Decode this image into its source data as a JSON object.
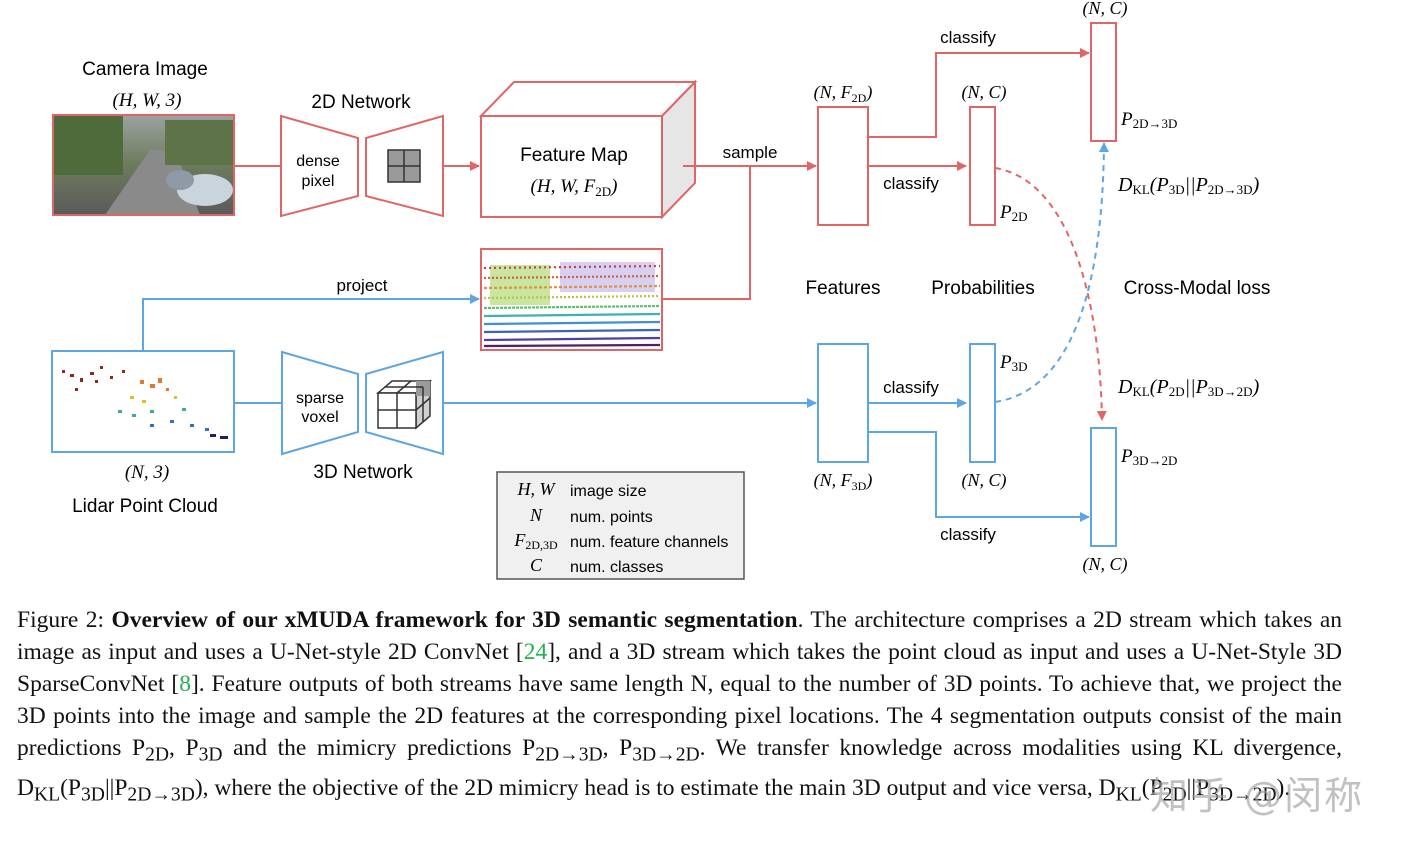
{
  "colors": {
    "red": "#e26565",
    "blue": "#5da6e3",
    "legend_bg": "#f0f0f0",
    "cite": "#22b14c"
  },
  "labels": {
    "camera_image": "Camera Image",
    "camera_shape": "(H, W, 3)",
    "network_2d": "2D Network",
    "dense_pixel_1": "dense",
    "dense_pixel_2": "pixel",
    "feature_map": "Feature Map",
    "feature_map_shape": "(H, W, F",
    "feature_map_shape_sub": "2D",
    "sample": "sample",
    "project": "project",
    "lidar": "Lidar Point Cloud",
    "lidar_shape": "(N, 3)",
    "network_3d": "3D Network",
    "sparse_voxel_1": "sparse",
    "sparse_voxel_2": "voxel",
    "nf2d": "(N, F",
    "nf2d_sub": "2D",
    "nf3d": "(N, F",
    "nf3d_sub": "3D",
    "nc_top": "(N, C)",
    "nc_mid": "(N, C)",
    "nc_low": "(N, C)",
    "nc_bottom": "(N, C)",
    "classify_1": "classify",
    "classify_2": "classify",
    "classify_3": "classify",
    "classify_4": "classify",
    "p2d": "P",
    "p2d_sub": "2D",
    "p3d": "P",
    "p3d_sub": "3D",
    "p2d_3d": "P",
    "p2d_3d_sub": "2D→3D",
    "p3d_2d": "P",
    "p3d_2d_sub": "3D→2D",
    "features": "Features",
    "probabilities": "Probabilities",
    "cross_modal": "Cross-Modal loss",
    "dkl_top": "D",
    "dkl_top_sub": "KL",
    "dkl_top_rest_a": "(P",
    "dkl_top_rest_a_sub": "3D",
    "dkl_top_rest_b": "||P",
    "dkl_top_rest_b_sub": "2D→3D",
    "dkl_top_rest_c": ")",
    "dkl_bot": "D",
    "dkl_bot_sub": "KL",
    "dkl_bot_rest_a": "(P",
    "dkl_bot_rest_a_sub": "2D",
    "dkl_bot_rest_b": "||P",
    "dkl_bot_rest_b_sub": "3D→2D",
    "dkl_bot_rest_c": ")"
  },
  "legend": [
    {
      "symbol": "H, W",
      "symbol_sub": "",
      "desc": "image size"
    },
    {
      "symbol": "N",
      "symbol_sub": "",
      "desc": "num. points"
    },
    {
      "symbol": "F",
      "symbol_sub": "2D,3D",
      "desc": "num. feature channels"
    },
    {
      "symbol": "C",
      "symbol_sub": "",
      "desc": "num. classes"
    }
  ],
  "caption": {
    "prefix": "Figure 2: ",
    "bold": "Overview of our xMUDA framework for 3D semantic segmentation",
    "s1": ". The architecture comprises a 2D stream which takes an image as input and uses a U-Net-style 2D ConvNet [",
    "cite1": "24",
    "s2": "], and a 3D stream which takes the point cloud as input and uses a U-Net-Style 3D SparseConvNet [",
    "cite2": "8",
    "s3": "]. Feature outputs of both streams have same length N, equal to the number of 3D points. To achieve that, we project the 3D points into the image and sample the 2D features at the corresponding pixel locations. The 4 segmentation outputs consist of the main predictions P",
    "s3_sub": "2D",
    "s4": ", P",
    "s4_sub": "3D",
    "s5": " and the mimicry predictions P",
    "s5_sub": "2D→3D",
    "s6": ", P",
    "s6_sub": "3D→2D",
    "s7": ". We transfer knowledge across modalities using KL divergence, D",
    "s7_sub": "KL",
    "s8": "(P",
    "s8_sub": "3D",
    "s9": "||P",
    "s9_sub": "2D→3D",
    "s10": "), where the objective of the 2D mimicry head is to estimate the main 3D output and vice versa, D",
    "s10_sub": "KL",
    "s11": "(P",
    "s11_sub": "2D",
    "s12": "||P",
    "s12_sub": "3D→2D",
    "s13": ")."
  },
  "watermark": "知乎 @闵称"
}
